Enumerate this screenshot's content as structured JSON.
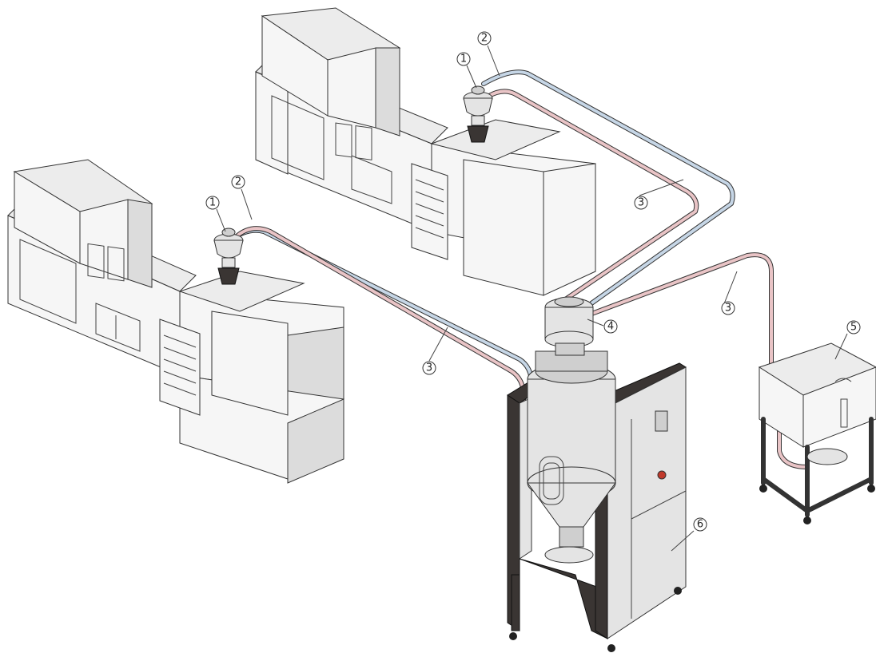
{
  "callouts": [
    {
      "id": "c1a",
      "label": "1"
    },
    {
      "id": "c2a",
      "label": "2"
    },
    {
      "id": "c3a",
      "label": "3"
    },
    {
      "id": "c1b",
      "label": "1"
    },
    {
      "id": "c2b",
      "label": "2"
    },
    {
      "id": "c3b",
      "label": "3"
    },
    {
      "id": "c3c",
      "label": "3"
    },
    {
      "id": "c4",
      "label": "4"
    },
    {
      "id": "c5",
      "label": "5"
    },
    {
      "id": "c6",
      "label": "6"
    }
  ],
  "colors": {
    "supply_line": "#c6d6e6",
    "return_line": "#e9c4c6",
    "dryer_frame": "#3a3533"
  }
}
